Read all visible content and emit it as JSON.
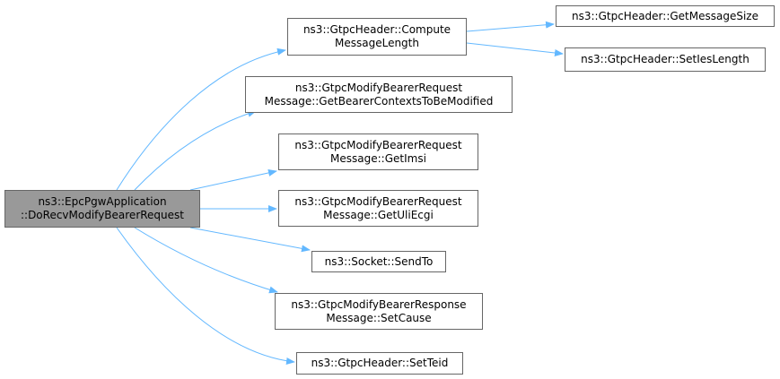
{
  "root": {
    "lines": [
      "ns3::EpcPgwApplication",
      "::DoRecvModifyBearerRequest"
    ]
  },
  "nodes": {
    "compute": {
      "lines": [
        "ns3::GtpcHeader::Compute",
        "MessageLength"
      ]
    },
    "getmsgsize": {
      "lines": [
        "ns3::GtpcHeader::GetMessageSize"
      ]
    },
    "setieslen": {
      "lines": [
        "ns3::GtpcHeader::SetIesLength"
      ]
    },
    "getbearerctx": {
      "lines": [
        "ns3::GtpcModifyBearerRequest",
        "Message::GetBearerContextsToBeModified"
      ]
    },
    "getimsi": {
      "lines": [
        "ns3::GtpcModifyBearerRequest",
        "Message::GetImsi"
      ]
    },
    "getuliecgi": {
      "lines": [
        "ns3::GtpcModifyBearerRequest",
        "Message::GetUliEcgi"
      ]
    },
    "sendto": {
      "lines": [
        "ns3::Socket::SendTo"
      ]
    },
    "setcause": {
      "lines": [
        "ns3::GtpcModifyBearerResponse",
        "Message::SetCause"
      ]
    },
    "setteid": {
      "lines": [
        "ns3::GtpcHeader::SetTeid"
      ]
    }
  },
  "colors": {
    "edge": "#63b8ff",
    "root_fill": "#999999",
    "node_border": "#666666"
  }
}
